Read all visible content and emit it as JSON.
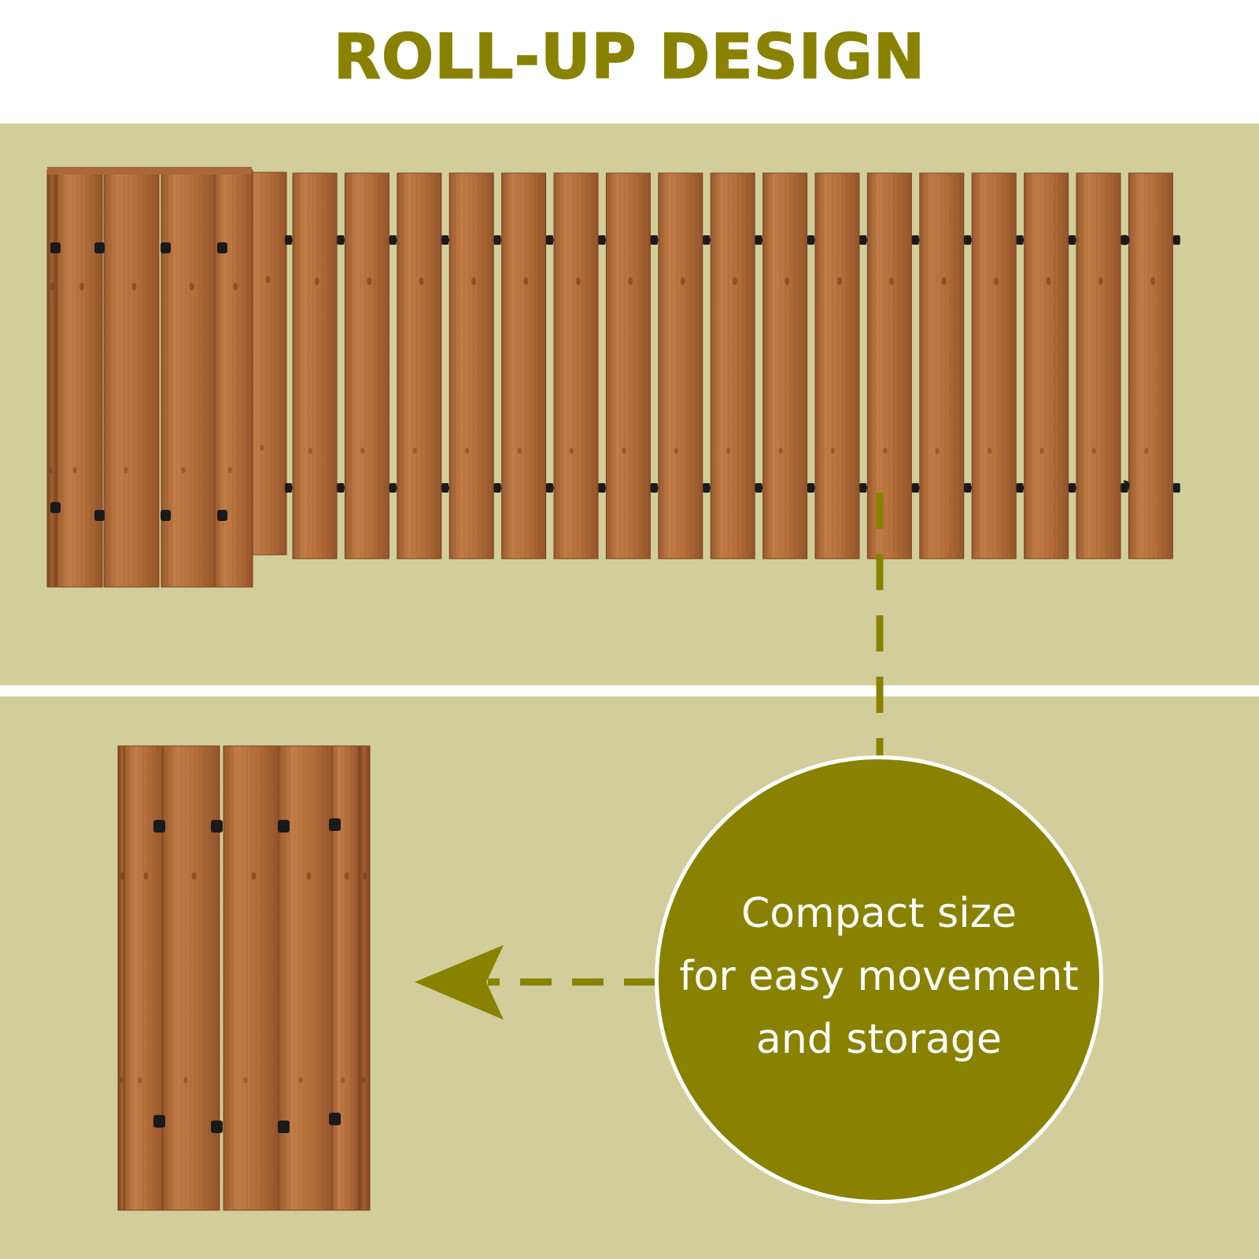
{
  "header": {
    "title": "ROLL-UP DESIGN"
  },
  "callout": {
    "lines": [
      "Compact size",
      "for easy movement",
      "and storage"
    ]
  },
  "colors": {
    "accent": "#888200",
    "background": "#d1ce9c",
    "divider": "#ffffff",
    "wood_light": "#c07a45",
    "wood_dark": "#8c4f26",
    "connector": "#1a1a1a"
  },
  "icons": {
    "unrolled_fence": "wooden-slat-fence-unrolled",
    "rolled_fence": "wooden-slat-fence-rolled",
    "arrow": "arrow-left-icon"
  }
}
